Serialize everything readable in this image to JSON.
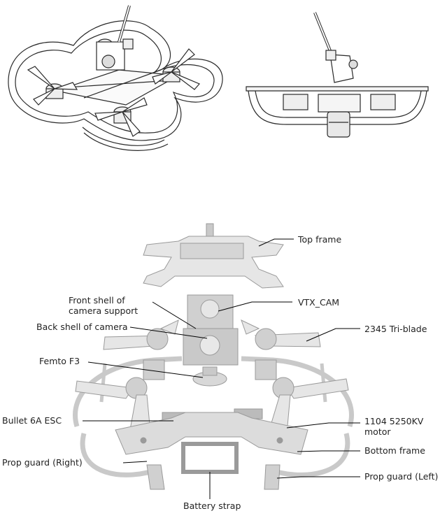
{
  "labels": {
    "top_frame": "Top frame",
    "vtx_cam": "VTX_CAM",
    "front_shell_line1": "Front shell of",
    "front_shell_line2": "camera support",
    "back_shell": "Back shell of camera",
    "tri_blade": "2345 Tri-blade",
    "femto_f3": "Femto F3",
    "bullet_esc": "Bullet 6A ESC",
    "motor_line1": "1104  5250KV",
    "motor_line2": "motor",
    "bottom_frame": "Bottom frame",
    "prop_guard_right": "Prop guard (Right)",
    "prop_guard_left": "Prop guard (Left)",
    "battery_strap": "Battery strap"
  },
  "colors": {
    "line_art": "#2a2a2a",
    "part_light": "#e6e6e6",
    "part_mid": "#c9c9c9",
    "part_dark": "#9a9a9a",
    "leader": "#000000"
  }
}
